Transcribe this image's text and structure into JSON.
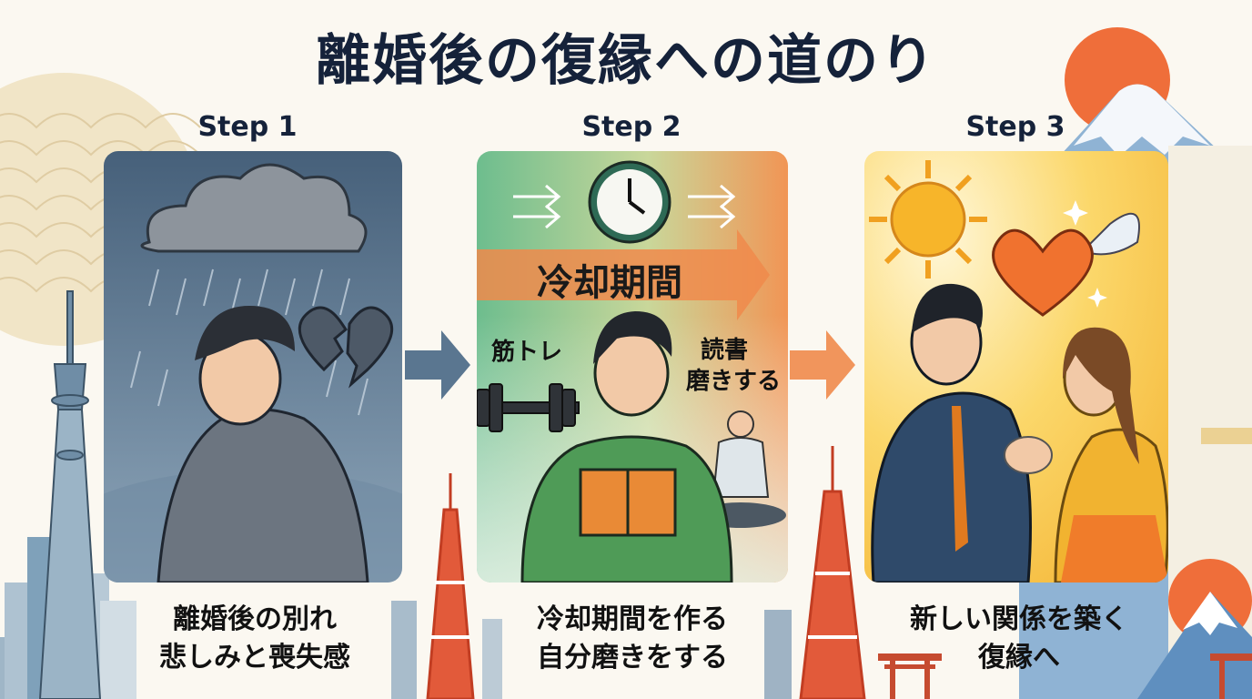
{
  "title": "離婚後の復縁への道のり",
  "steps": [
    {
      "label": "Step 1",
      "caption_line1": "離婚後の別れ",
      "caption_line2": "悲しみと喪失感"
    },
    {
      "label": "Step 2",
      "caption_line1": "冷却期間を作る",
      "caption_line2": "自分磨きをする",
      "banner": "冷却期間",
      "activity_left": "筋トレ",
      "activity_right_line1": "読書",
      "activity_right_line2": "磨きする"
    },
    {
      "label": "Step 3",
      "caption_line1": "新しい関係を築く",
      "caption_line2": "復縁へ"
    }
  ],
  "colors": {
    "title": "#15223a",
    "arrow_step1": "#5a7690",
    "arrow_step2": "#f08a4b",
    "tower": "#e25a3a"
  }
}
